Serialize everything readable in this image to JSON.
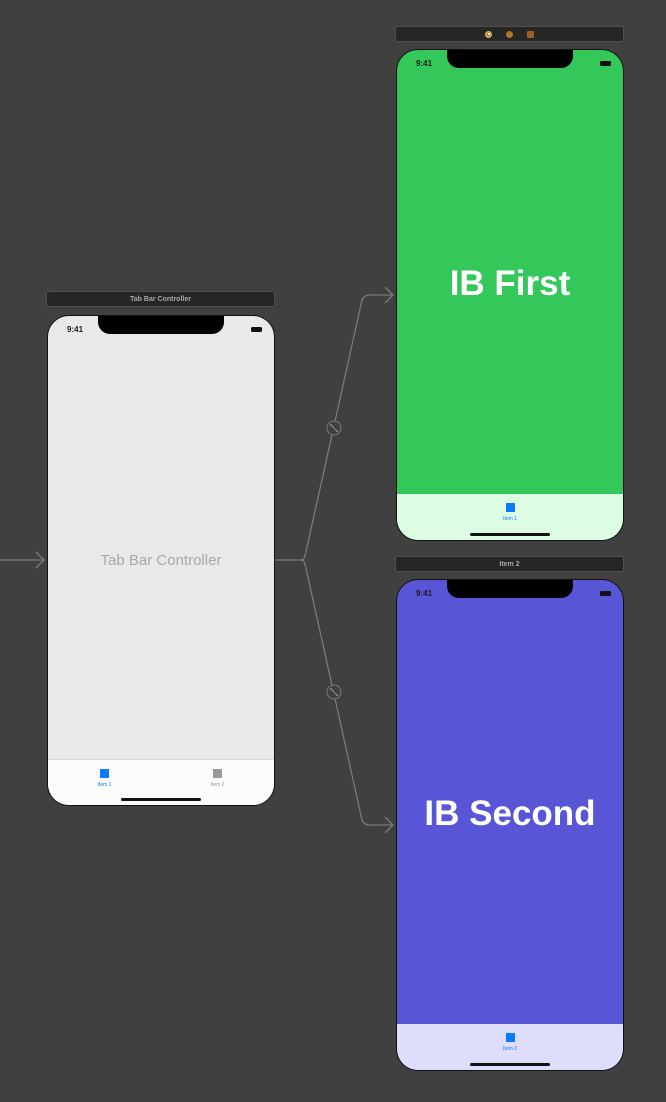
{
  "canvas": {
    "background": "#404040"
  },
  "tab_bar_controller": {
    "scene_title": "Tab Bar Controller",
    "status_time": "9:41",
    "placeholder_label": "Tab Bar Controller",
    "background": "#e9e9e9",
    "tabs": [
      {
        "label": "Item 1",
        "icon": "square-icon",
        "color": "#0a7aff",
        "selected": true
      },
      {
        "label": "Item 2",
        "icon": "square-icon",
        "color": "#9a9a9a",
        "selected": false
      }
    ]
  },
  "first_scene": {
    "dock_icons": [
      "view-controller-icon",
      "first-responder-icon",
      "exit-icon"
    ],
    "status_time": "9:41",
    "title": "IB First",
    "background": "#34c85a",
    "tabbar_background": "#dcfde3",
    "tab": {
      "label": "Item 1",
      "icon": "square-icon",
      "color": "#0a7aff"
    }
  },
  "second_scene": {
    "scene_title": "Item 2",
    "status_time": "9:41",
    "title": "IB Second",
    "background": "#5856d6",
    "tabbar_background": "#dedefc",
    "tab": {
      "label": "Item 2",
      "icon": "square-icon",
      "color": "#0a7aff"
    }
  },
  "segues": [
    {
      "type": "relationship",
      "from": "Tab Bar Controller",
      "to": "IB First"
    },
    {
      "type": "relationship",
      "from": "Tab Bar Controller",
      "to": "IB Second"
    }
  ]
}
